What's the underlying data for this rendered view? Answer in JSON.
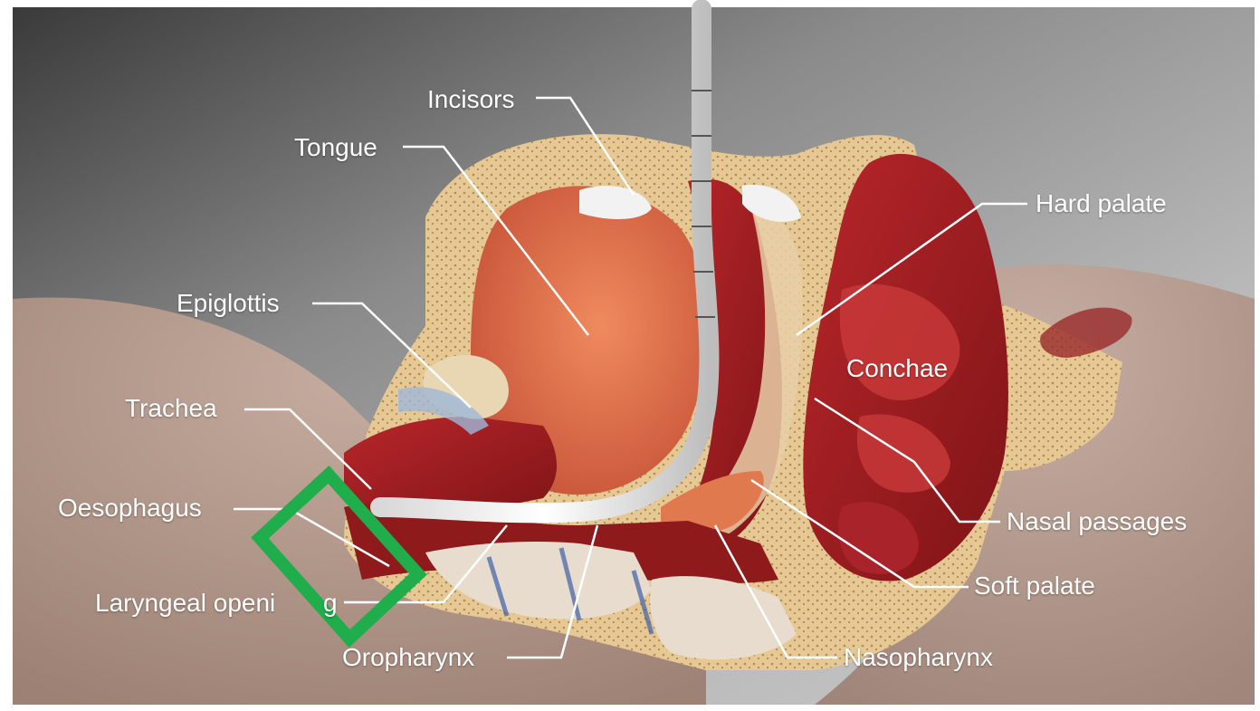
{
  "labels": {
    "incisors": "Incisors",
    "tongue": "Tongue",
    "hard_palate": "Hard palate",
    "epiglottis": "Epiglottis",
    "conchae": "Conchae",
    "trachea": "Trachea",
    "oesophagus": "Oesophagus",
    "nasal_passages": "Nasal passages",
    "soft_palate": "Soft palate",
    "laryngeal_opening": "Laryngeal openi",
    "laryngeal_opening_tail": "g",
    "oropharynx": "Oropharynx",
    "nasopharynx": "Nasopharynx"
  },
  "colors": {
    "highlight": "#1fae4b",
    "leader_line": "#ffffff",
    "label_text": "#ffffff"
  }
}
